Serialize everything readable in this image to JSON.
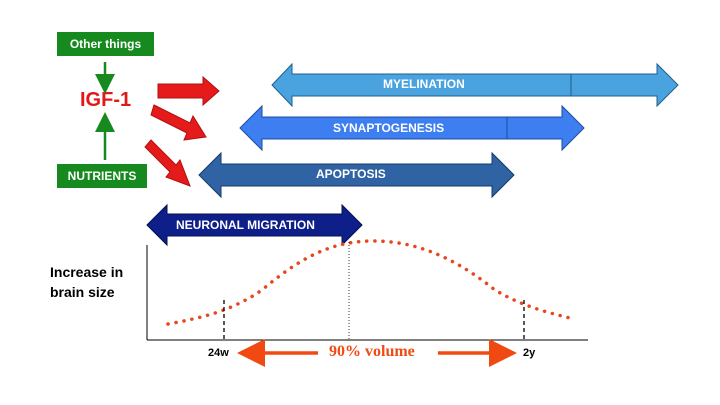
{
  "regulation": {
    "other_things": "Other things",
    "igf": "IGF-1",
    "nutrients": "NUTRIENTS"
  },
  "processes": [
    {
      "label": "MYELINATION",
      "color": "#4aa3df"
    },
    {
      "label": "SYNAPTOGENESIS",
      "color": "#3d7ef0"
    },
    {
      "label": "APOPTOSIS",
      "color": "#2f63a3"
    },
    {
      "label": "NEURONAL MIGRATION",
      "color": "#0e1f8a"
    }
  ],
  "graph": {
    "ylabel_line1": "Increase in",
    "ylabel_line2": "brain size",
    "tick_start": "24w",
    "tick_end": "2y",
    "range_label": "90% volume",
    "curve_color": "#e8471e",
    "range_color": "#f04a12"
  },
  "colors": {
    "green": "#178a1f",
    "red_arrow": "#e51a1a",
    "igf_text": "#e01818"
  }
}
